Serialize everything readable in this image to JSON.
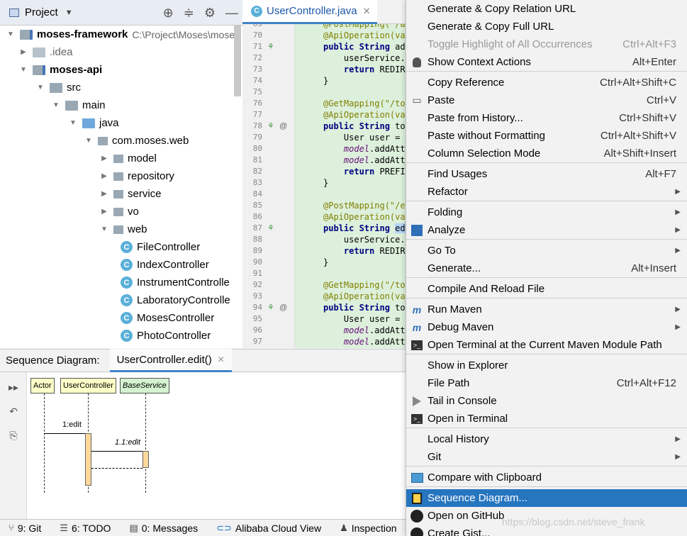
{
  "project_panel": {
    "title": "Project",
    "tree": [
      {
        "label": "moses-framework",
        "path": "C:\\Project\\Moses\\mose",
        "kind": "module"
      },
      {
        "label": ".idea",
        "kind": "folder-light"
      },
      {
        "label": "moses-api",
        "kind": "module"
      },
      {
        "label": "src",
        "kind": "folder"
      },
      {
        "label": "main",
        "kind": "folder"
      },
      {
        "label": "java",
        "kind": "folder-blue"
      },
      {
        "label": "com.moses.web",
        "kind": "package"
      },
      {
        "label": "model",
        "kind": "package"
      },
      {
        "label": "repository",
        "kind": "package"
      },
      {
        "label": "service",
        "kind": "package"
      },
      {
        "label": "vo",
        "kind": "package"
      },
      {
        "label": "web",
        "kind": "package"
      },
      {
        "label": "FileController",
        "kind": "class"
      },
      {
        "label": "IndexController",
        "kind": "class"
      },
      {
        "label": "InstrumentControlle",
        "kind": "class"
      },
      {
        "label": "LaboratoryControlle",
        "kind": "class"
      },
      {
        "label": "MosesController",
        "kind": "class"
      },
      {
        "label": "PhotoController",
        "kind": "class"
      }
    ]
  },
  "editor": {
    "tab_label": "UserController.java",
    "lines": [
      {
        "n": "69",
        "code": ""
      },
      {
        "n": "70",
        "code": ""
      },
      {
        "n": "71",
        "code": ""
      },
      {
        "n": "72",
        "code": ""
      },
      {
        "n": "73",
        "code": ""
      },
      {
        "n": "74",
        "code": ""
      },
      {
        "n": "75",
        "code": ""
      },
      {
        "n": "76",
        "code": ""
      },
      {
        "n": "77",
        "code": ""
      },
      {
        "n": "78",
        "code": ""
      },
      {
        "n": "79",
        "code": ""
      },
      {
        "n": "80",
        "code": ""
      },
      {
        "n": "81",
        "code": ""
      },
      {
        "n": "82",
        "code": ""
      },
      {
        "n": "83",
        "code": ""
      },
      {
        "n": "84",
        "code": ""
      },
      {
        "n": "85",
        "code": ""
      },
      {
        "n": "86",
        "code": ""
      },
      {
        "n": "87",
        "code": ""
      },
      {
        "n": "88",
        "code": ""
      },
      {
        "n": "89",
        "code": ""
      },
      {
        "n": "90",
        "code": ""
      },
      {
        "n": "91",
        "code": ""
      },
      {
        "n": "92",
        "code": ""
      },
      {
        "n": "93",
        "code": ""
      },
      {
        "n": "94",
        "code": ""
      },
      {
        "n": "95",
        "code": ""
      },
      {
        "n": "96",
        "code": ""
      },
      {
        "n": "97",
        "code": ""
      }
    ]
  },
  "sequence_panel": {
    "title": "Sequence Diagram:",
    "tab_label": "UserController.edit()",
    "lifelines": [
      "Actor",
      "UserController",
      "BaseService"
    ],
    "messages": [
      "1:edit",
      "1.1:edit"
    ]
  },
  "status_bar": [
    {
      "label": "9: Git",
      "icon": "git-icon"
    },
    {
      "label": "6: TODO",
      "icon": "todo-icon"
    },
    {
      "label": "0: Messages",
      "icon": "messages-icon"
    },
    {
      "label": "Alibaba Cloud View",
      "icon": "cloud-icon"
    },
    {
      "label": "Inspection",
      "icon": "inspection-icon"
    }
  ],
  "context_menu": [
    {
      "label": "Generate & Copy Relation URL",
      "shortcut": "",
      "submenu": false
    },
    {
      "label": "Generate & Copy Full URL",
      "shortcut": "",
      "submenu": false
    },
    {
      "label": "Toggle Highlight of All Occurrences",
      "shortcut": "Ctrl+Alt+F3",
      "submenu": false,
      "disabled": true
    },
    {
      "label": "Show Context Actions",
      "shortcut": "Alt+Enter",
      "submenu": false,
      "icon": "bulb-icon"
    },
    {
      "label": "Copy Reference",
      "shortcut": "Ctrl+Alt+Shift+C",
      "submenu": false
    },
    {
      "label": "Paste",
      "shortcut": "Ctrl+V",
      "submenu": false,
      "icon": "paste-icon"
    },
    {
      "label": "Paste from History...",
      "shortcut": "Ctrl+Shift+V",
      "submenu": false
    },
    {
      "label": "Paste without Formatting",
      "shortcut": "Ctrl+Alt+Shift+V",
      "submenu": false
    },
    {
      "label": "Column Selection Mode",
      "shortcut": "Alt+Shift+Insert",
      "submenu": false
    },
    {
      "label": "Find Usages",
      "shortcut": "Alt+F7",
      "submenu": false
    },
    {
      "label": "Refactor",
      "shortcut": "",
      "submenu": true
    },
    {
      "label": "Folding",
      "shortcut": "",
      "submenu": true
    },
    {
      "label": "Analyze",
      "shortcut": "",
      "submenu": true,
      "icon": "analyze-icon"
    },
    {
      "label": "Go To",
      "shortcut": "",
      "submenu": true
    },
    {
      "label": "Generate...",
      "shortcut": "Alt+Insert",
      "submenu": false
    },
    {
      "label": "Compile And Reload File",
      "shortcut": "",
      "submenu": false
    },
    {
      "label": "Run Maven",
      "shortcut": "",
      "submenu": true,
      "icon": "maven-icon"
    },
    {
      "label": "Debug Maven",
      "shortcut": "",
      "submenu": true,
      "icon": "maven-icon"
    },
    {
      "label": "Open Terminal at the Current Maven Module Path",
      "shortcut": "",
      "submenu": false,
      "icon": "terminal-icon"
    },
    {
      "label": "Show in Explorer",
      "shortcut": "",
      "submenu": false
    },
    {
      "label": "File Path",
      "shortcut": "Ctrl+Alt+F12",
      "submenu": false
    },
    {
      "label": "Tail in Console",
      "shortcut": "",
      "submenu": false,
      "icon": "play-icon"
    },
    {
      "label": "Open in Terminal",
      "shortcut": "",
      "submenu": false,
      "icon": "terminal-icon"
    },
    {
      "label": "Local History",
      "shortcut": "",
      "submenu": true
    },
    {
      "label": "Git",
      "shortcut": "",
      "submenu": true
    },
    {
      "label": "Compare with Clipboard",
      "shortcut": "",
      "submenu": false,
      "icon": "compare-icon"
    },
    {
      "label": "Sequence Diagram...",
      "shortcut": "",
      "submenu": false,
      "icon": "sequence-diagram-icon",
      "selected": true
    },
    {
      "label": "Open on GitHub",
      "shortcut": "",
      "submenu": false,
      "icon": "github-icon"
    },
    {
      "label": "Create Gist...",
      "shortcut": "",
      "submenu": false,
      "icon": "github-icon"
    }
  ],
  "watermark": "https://blog.csdn.net/steve_frank",
  "colors": {
    "selection": "#2675bf",
    "code_bg": "#ddf0dc",
    "accent": "#4083c9"
  }
}
